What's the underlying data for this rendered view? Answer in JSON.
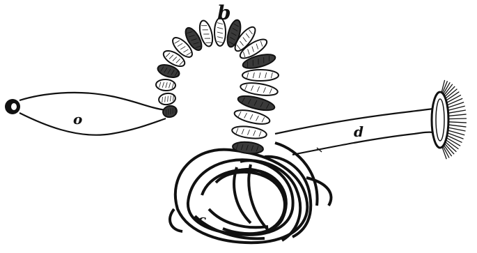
{
  "figure": {
    "labels": {
      "b": "b",
      "o": "o",
      "d": "d",
      "c": "c"
    },
    "colors": {
      "ink": "#111111",
      "paper": "#ffffff"
    }
  }
}
